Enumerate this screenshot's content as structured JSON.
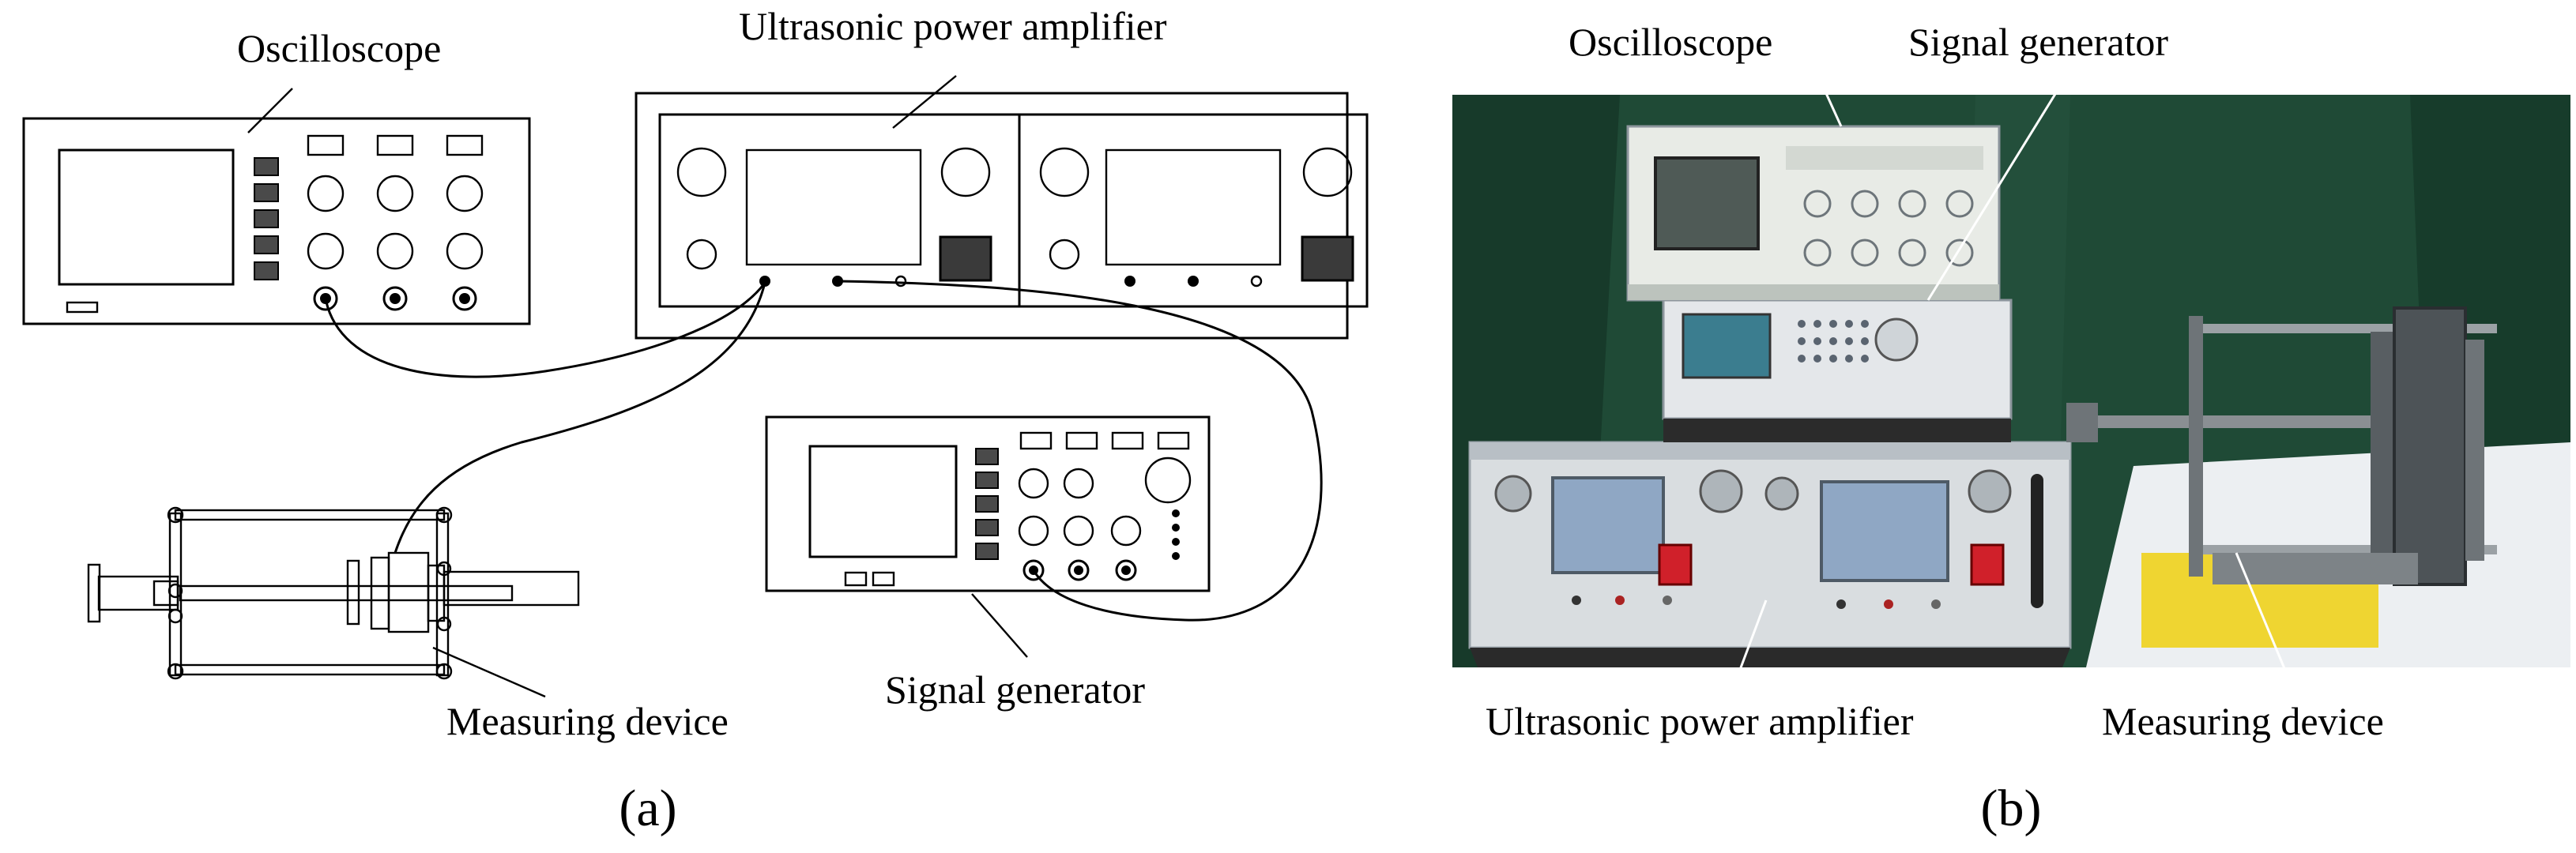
{
  "panel_a": {
    "label": "(a)",
    "oscilloscope_label": "Oscilloscope",
    "amplifier_label": "Ultrasonic power amplifier",
    "signal_generator_label": "Signal generator",
    "measuring_device_label": "Measuring device"
  },
  "panel_b": {
    "label": "(b)",
    "oscilloscope_label": "Oscilloscope",
    "signal_generator_label": "Signal generator",
    "amplifier_label": "Ultrasonic power amplifier",
    "measuring_device_label": "Measuring device"
  },
  "colors": {
    "curtain": "#1f4a36",
    "amplifier_body": "#d9dde0",
    "power_switch": "#d0202a",
    "screen_blue": "#8fa7c4",
    "platform": "#eceff2",
    "sticker": "#f0d21c"
  }
}
